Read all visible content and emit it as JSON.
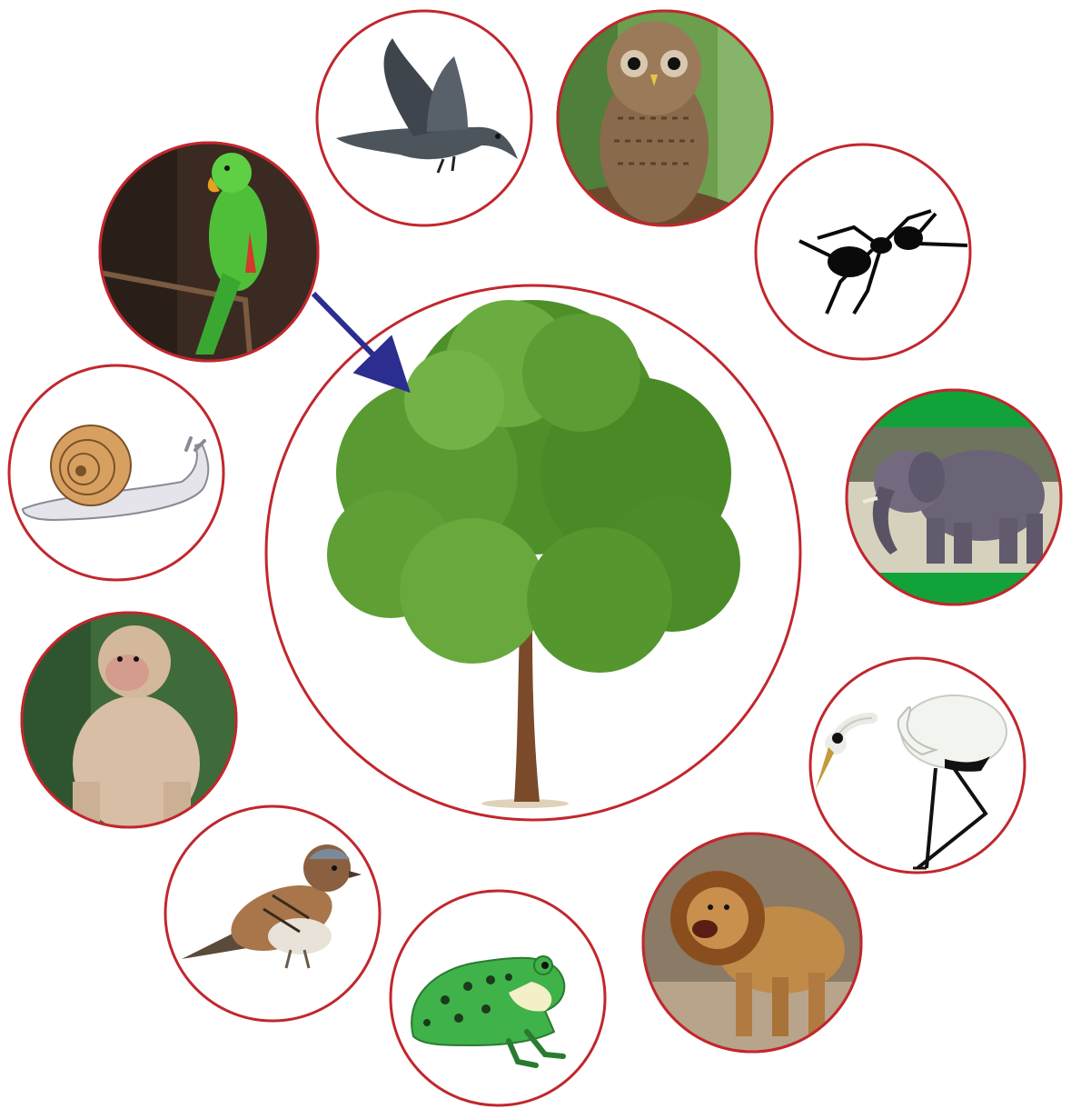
{
  "center": {
    "subject": "tree-icon"
  },
  "animals": [
    {
      "id": "crow",
      "icon": "crow-icon"
    },
    {
      "id": "owl",
      "icon": "owl-icon"
    },
    {
      "id": "ant",
      "icon": "ant-icon"
    },
    {
      "id": "elephant",
      "icon": "elephant-icon"
    },
    {
      "id": "crane",
      "icon": "crane-icon"
    },
    {
      "id": "lion",
      "icon": "lion-icon"
    },
    {
      "id": "frog",
      "icon": "frog-icon"
    },
    {
      "id": "sparrow",
      "icon": "sparrow-icon"
    },
    {
      "id": "monkey",
      "icon": "monkey-icon"
    },
    {
      "id": "snail",
      "icon": "snail-icon"
    },
    {
      "id": "parrot",
      "icon": "parrot-icon"
    }
  ],
  "arrow": {
    "from": "parrot",
    "to": "tree"
  },
  "colors": {
    "ring": "#c1272d",
    "arrow": "#2b2d8f",
    "foliage": "#4e8f2a",
    "trunk": "#7a4a2a",
    "elephant_band": "#11a33a"
  }
}
